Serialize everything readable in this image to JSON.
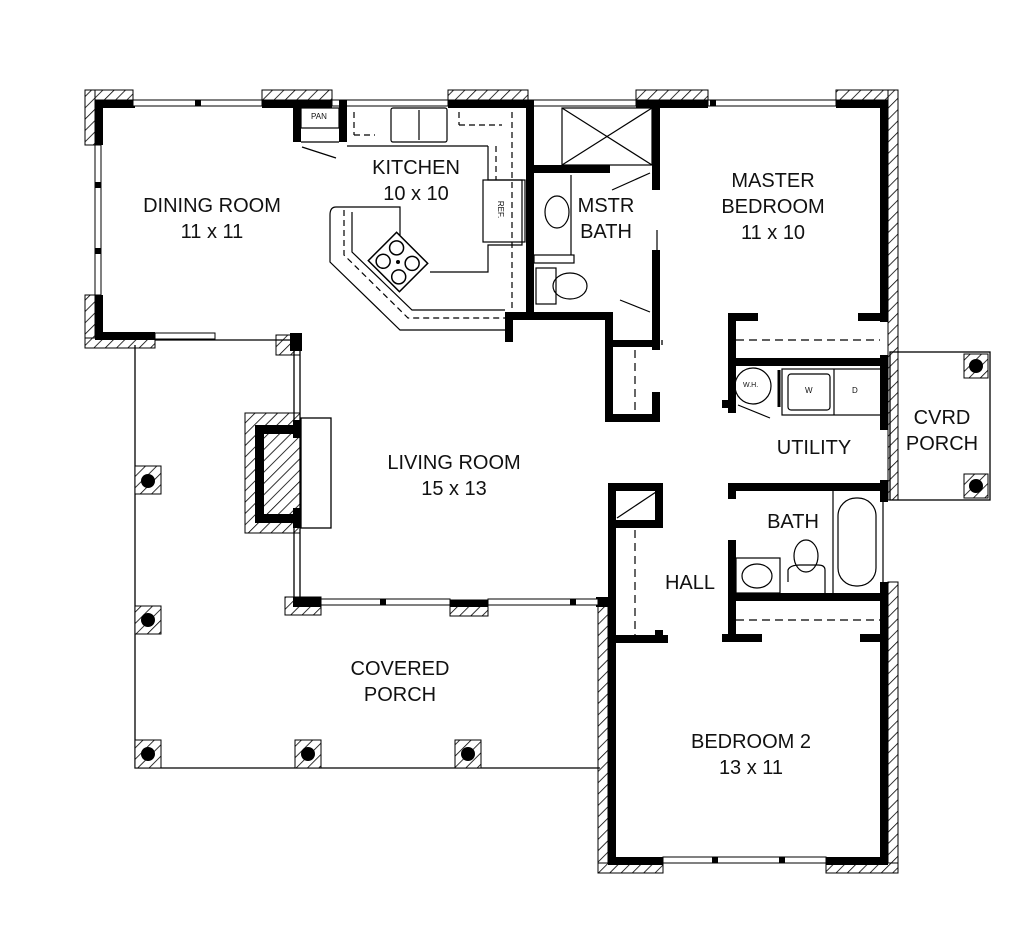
{
  "plan": {
    "rooms": [
      {
        "id": "dining",
        "name": "DINING ROOM",
        "size": "11 x 11"
      },
      {
        "id": "kitchen",
        "name": "KITCHEN",
        "size": "10 x 10"
      },
      {
        "id": "mstr_bath",
        "name": "MSTR",
        "name2": "BATH"
      },
      {
        "id": "master",
        "name": "MASTER",
        "name2": "BEDROOM",
        "size": "11 x 10"
      },
      {
        "id": "cvrd_porch",
        "name": "CVRD",
        "name2": "PORCH"
      },
      {
        "id": "utility",
        "name": "UTILITY"
      },
      {
        "id": "living",
        "name": "LIVING ROOM",
        "size": "15 x 13"
      },
      {
        "id": "bath",
        "name": "BATH"
      },
      {
        "id": "hall",
        "name": "HALL"
      },
      {
        "id": "covered_porch",
        "name": "COVERED",
        "name2": "PORCH"
      },
      {
        "id": "bedroom2",
        "name": "BEDROOM 2",
        "size": "13 x 11"
      }
    ],
    "fixtures": {
      "pantry": "PAN",
      "refrigerator": "REF.",
      "water_heater": "W.H.",
      "washer": "W",
      "dryer": "D"
    },
    "colors": {
      "wall": "#000000",
      "background": "#ffffff",
      "line": "#111111"
    }
  }
}
